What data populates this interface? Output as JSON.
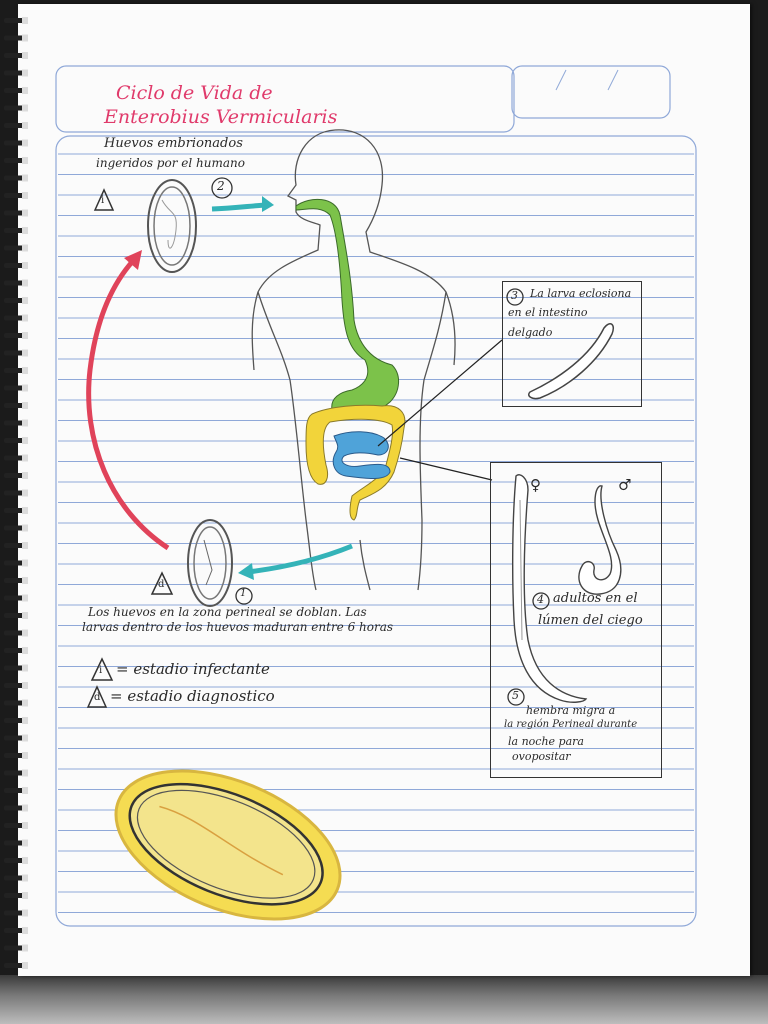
{
  "title": {
    "line1": "Ciclo de Vida   de",
    "line2": "Enterobius  Vermicularis"
  },
  "step2": {
    "number": "2",
    "text_line1": "Huevos embrionados",
    "text_line2": "ingeridos por el humano"
  },
  "step3": {
    "number": "3",
    "text_line1": "La larva eclosiona",
    "text_line2": "en el intestino",
    "text_line3": "delgado"
  },
  "step4": {
    "number": "4",
    "text_line1": "adultos en el",
    "text_line2": "lúmen del ciego",
    "female_symbol": "♀",
    "male_symbol": "♂"
  },
  "step5": {
    "number": "5",
    "text_line1": "hembra migra a",
    "text_line2": "la región Perineal durante",
    "text_line3": "la noche para",
    "text_line4": "ovopositar"
  },
  "step1": {
    "number": "1",
    "text_line1": "Los huevos en la zona perineal se doblan. Las",
    "text_line2": "larvas dentro de los huevos maduran entre 6 horas"
  },
  "legend": {
    "infective_symbol": "i",
    "infective_label": "= estadio infectante",
    "diagnostic_symbol": "d",
    "diagnostic_label": "= estadio diagnostico"
  },
  "colors": {
    "title": "#e03a6b",
    "esophagus": "#7cc24a",
    "large_intestine": "#f2d43a",
    "small_intestine": "#4fa3d9",
    "arrow_red": "#e0435a",
    "arrow_teal": "#34b3b8",
    "egg_yellow": "#f0d040",
    "rule_lines": "#8fa8d8"
  }
}
